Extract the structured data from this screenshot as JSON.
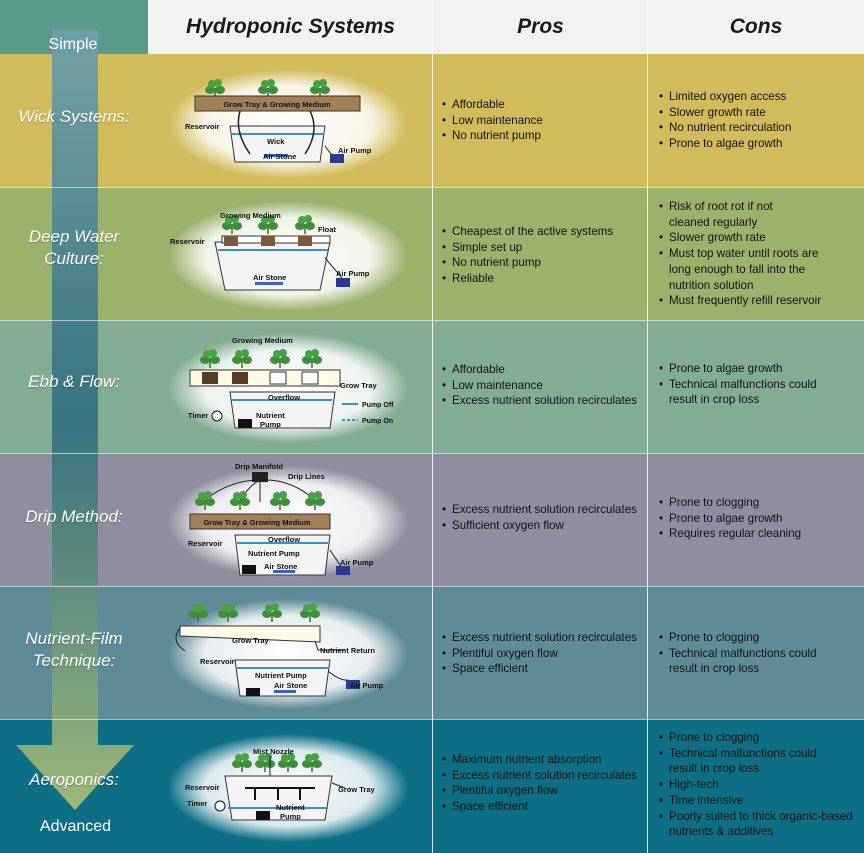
{
  "header": {
    "col1": "Hydroponic Systems",
    "col2": "Pros",
    "col3": "Cons"
  },
  "scale": {
    "top": "Simple",
    "bottom": "Advanced"
  },
  "colors": {
    "wick": "#d2bb5a",
    "dwc": "#9bb26b",
    "ebb": "#82ad92",
    "drip": "#8f8ea0",
    "nft": "#5f8b99",
    "aero": "#0c6f86",
    "arrow": "#b3c482"
  },
  "rows": [
    {
      "name_l1": "Wick Systems:",
      "name_l2": "",
      "pros": [
        "Affordable",
        "Low maintenance",
        "No nutrient pump"
      ],
      "cons": [
        "Limited oxygen access",
        "Slower growth rate",
        "No nutrient recirculation",
        "Prone to algae growth"
      ],
      "labels": {
        "tray": "Grow Tray & Growing Medium",
        "reservoir": "Reservoir",
        "wick": "Wick",
        "stone": "Air Stone",
        "pump": "Air Pump"
      }
    },
    {
      "name_l1": "Deep Water",
      "name_l2": "Culture:",
      "pros": [
        "Cheapest of the active systems",
        "Simple set up",
        "No nutrient pump",
        "Reliable"
      ],
      "cons": [
        "Risk of root rot if not",
        "cleaned regularly",
        "Slower growth rate",
        "Must top water until roots are",
        "long enough to fall into the",
        "nutrition solution",
        "Must frequently refill reservoir"
      ],
      "labels": {
        "medium": "Growing Medium",
        "float": "Float",
        "reservoir": "Reservoir",
        "stone": "Air Stone",
        "pump": "Air Pump"
      }
    },
    {
      "name_l1": "Ebb & Flow:",
      "name_l2": "",
      "pros": [
        "Affordable",
        "Low maintenance",
        "Excess nutrient solution recirculates"
      ],
      "cons": [
        "Prone to algae growth",
        "Technical malfunctions could",
        "result in crop loss"
      ],
      "labels": {
        "medium": "Growing Medium",
        "tray": "Grow Tray",
        "overflow": "Overflow",
        "timer": "Timer",
        "pump1": "Nutrient",
        "pump2": "Pump",
        "off": "Pump Off",
        "on": "Pump On"
      }
    },
    {
      "name_l1": "Drip Method:",
      "name_l2": "",
      "pros": [
        "Excess nutrient solution recirculates",
        "Sufficient oxygen flow"
      ],
      "cons": [
        "Prone to clogging",
        "Prone to algae growth",
        "Requires regular cleaning"
      ],
      "labels": {
        "manifold": "Drip Manifold",
        "lines": "Drip Lines",
        "tray": "Grow Tray & Growing Medium",
        "reservoir": "Reservoir",
        "overflow": "Overflow",
        "npump": "Nutrient Pump",
        "stone": "Air Stone",
        "pump": "Air Pump"
      }
    },
    {
      "name_l1": "Nutrient-Film",
      "name_l2": "Technique:",
      "pros": [
        "Excess nutrient solution recirculates",
        "Plentiful oxygen flow",
        "Space efficient"
      ],
      "cons": [
        "Prone to clogging",
        "Technical malfunctions could",
        "result in crop loss"
      ],
      "labels": {
        "tray": "Grow Tray",
        "return": "Nutrient Return",
        "reservoir": "Reservoir",
        "npump": "Nutrient Pump",
        "stone": "Air Stone",
        "pump": "Air Pump"
      }
    },
    {
      "name_l1": "Aeroponics:",
      "name_l2": "",
      "pros": [
        "Maximum nutrient absorption",
        "Excess nutrient solution recirculates",
        "Plentiful oxygen flow",
        "Space efficient"
      ],
      "cons": [
        "Prone to clogging",
        "Technical malfunctions could",
        "result in crop loss",
        "High-tech",
        "Time intensive",
        "Poorly suited to thick organic-based",
        "nutrients & additives"
      ],
      "labels": {
        "nozzle": "Mist Nozzle",
        "reservoir": "Reservoir",
        "tray": "Grow Tray",
        "timer": "Timer",
        "pump1": "Nutrient",
        "pump2": "Pump"
      }
    }
  ]
}
